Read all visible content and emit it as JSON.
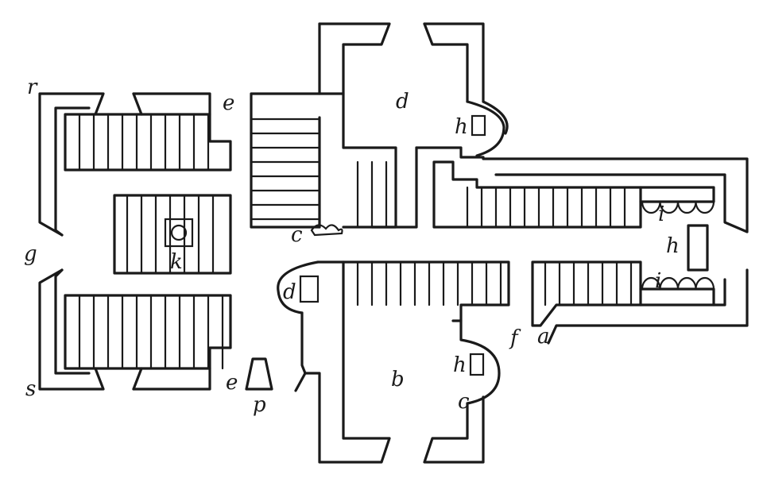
{
  "labels": {
    "r": "r",
    "g": "g",
    "s": "s",
    "e": "e",
    "p": "p",
    "d": "d",
    "b": "b",
    "c": "c",
    "k": "k",
    "h": "h",
    "i": "i",
    "f": "f",
    "a": "a"
  },
  "colors": {
    "ink": "#1a1a1a",
    "paper": "#ffffff"
  }
}
